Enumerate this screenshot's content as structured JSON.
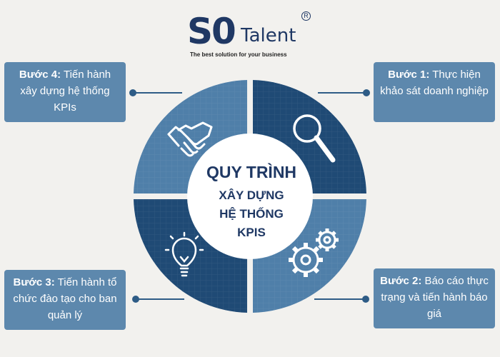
{
  "logo": {
    "mark": "S0",
    "word": "Talent",
    "registered": "R",
    "tagline": "The best solution for your business"
  },
  "center": {
    "title": "QUY TRÌNH",
    "line1": "XÂY DỰNG",
    "line2": "HỆ THỐNG",
    "line3": "KPIS"
  },
  "steps": [
    {
      "label": "Bước 1:",
      "text": " Thực hiện khảo sát doanh nghiệp",
      "icon": "magnifier-icon"
    },
    {
      "label": "Bước 2:",
      "text": " Báo cáo thực trạng và tiến hành báo giá",
      "icon": "gears-icon"
    },
    {
      "label": "Bước 3:",
      "text": " Tiến hành tổ chức  đào tạo cho ban quản lý",
      "icon": "lightbulb-icon"
    },
    {
      "label": "Bước 4:",
      "text": " Tiến hành xây dựng hệ thống KPIs",
      "icon": "handshake-icon"
    }
  ],
  "colors": {
    "background": "#f2f1ee",
    "quadrant_dark": "#1f4a75",
    "quadrant_light": "#4f7fa9",
    "box": "#5d88ad",
    "connector": "#2e5c86"
  }
}
